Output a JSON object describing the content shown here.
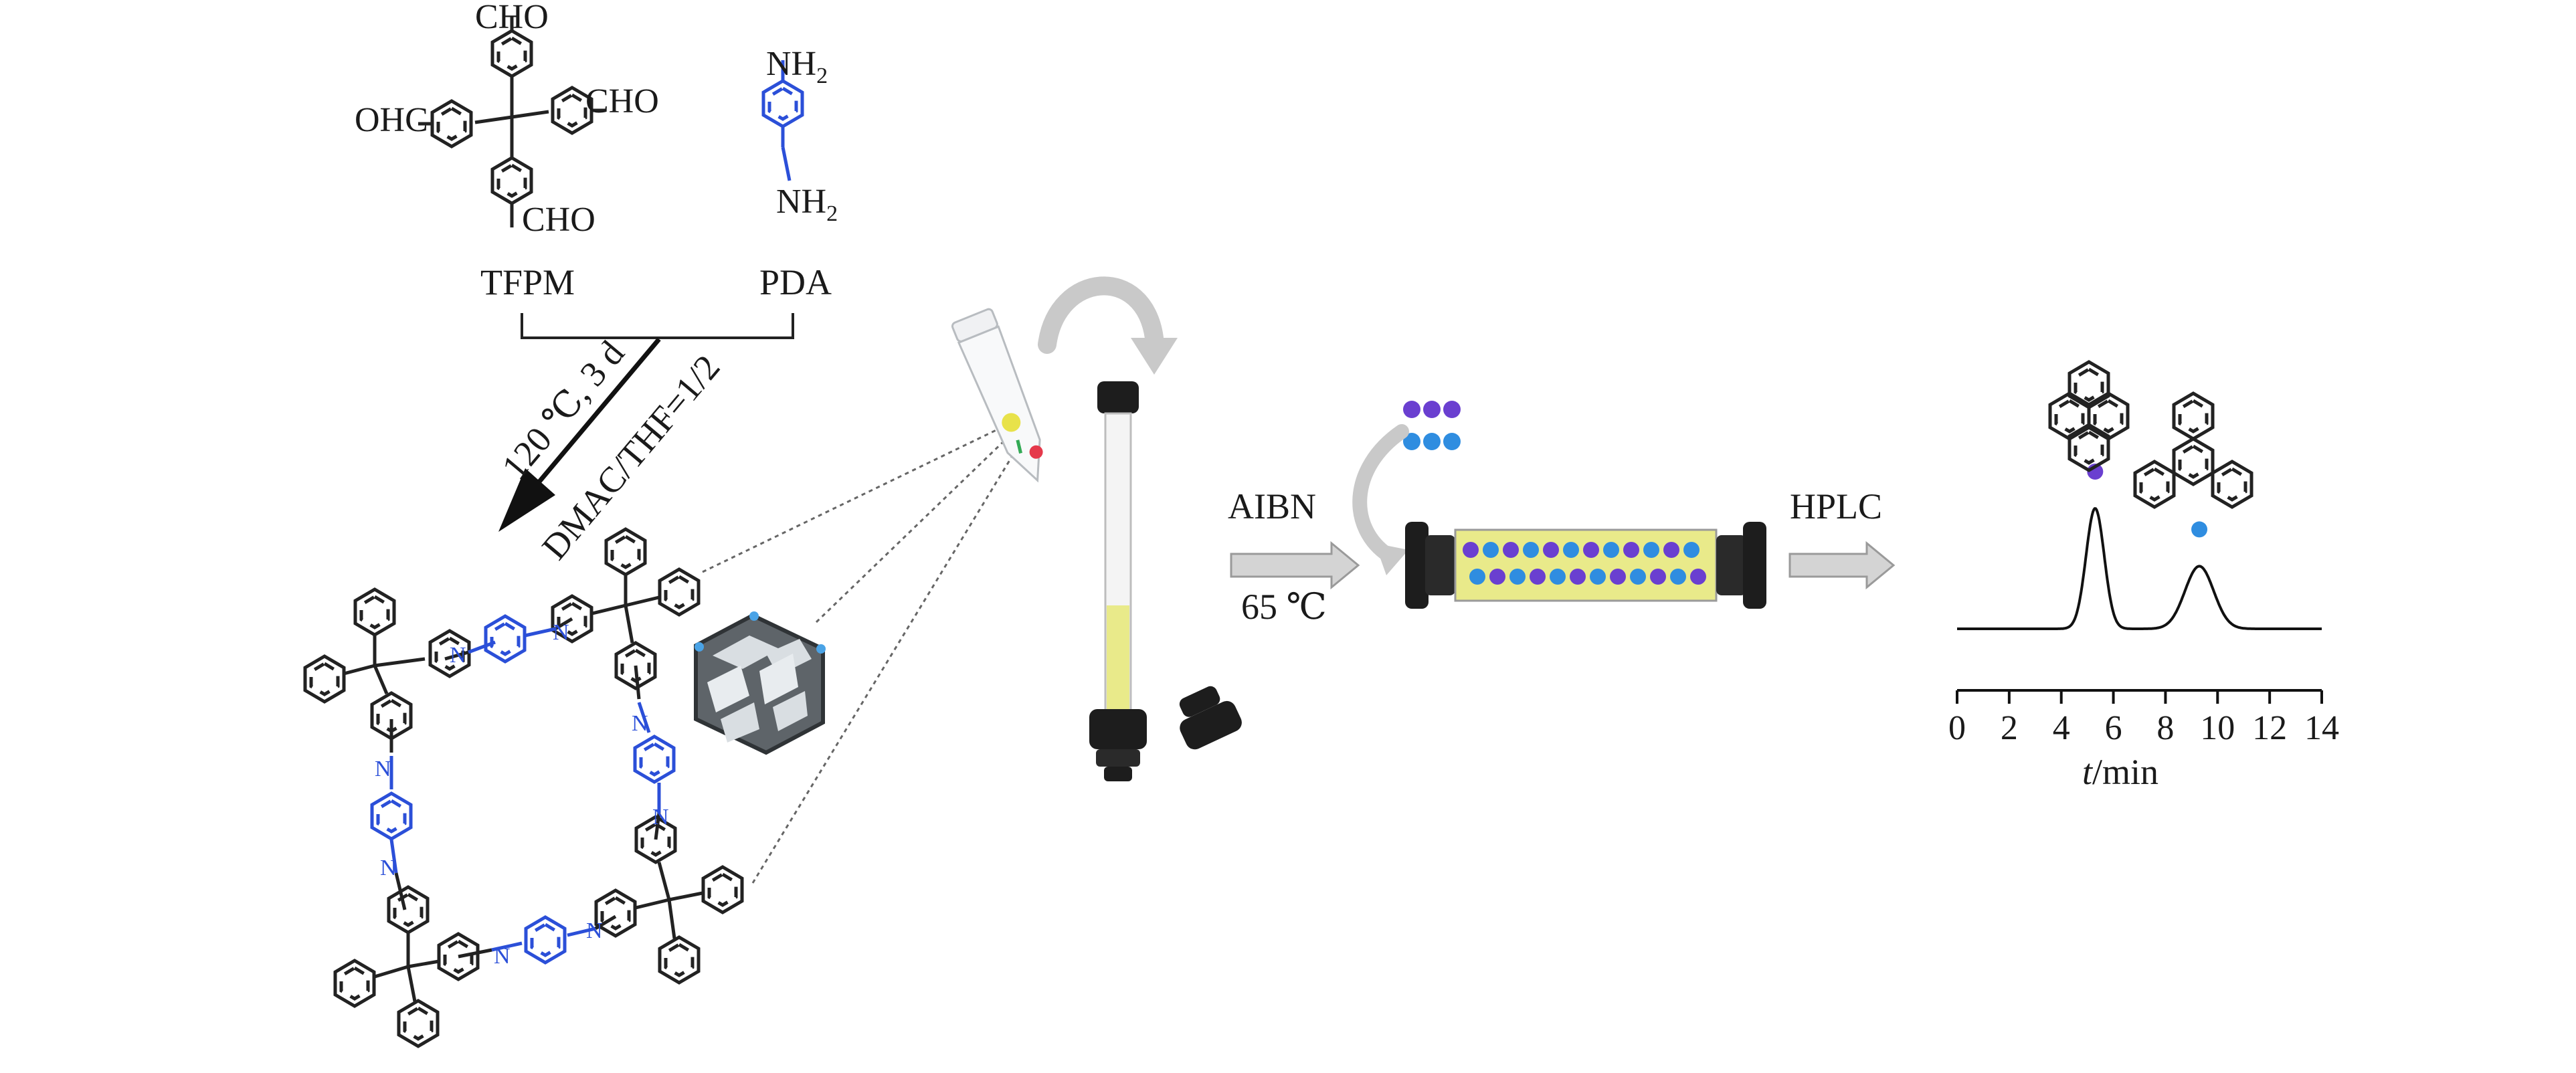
{
  "reagents": {
    "tfpm": {
      "name": "TFPM",
      "cho_top": "CHO",
      "cho_right": "CHO",
      "cho_bottom": "CHO",
      "ohc_left": "OHC"
    },
    "pda": {
      "name": "PDA",
      "nh2": "NH",
      "sub2": "2"
    }
  },
  "reaction": {
    "condition1": "120 ℃, 3 d",
    "condition2": "DMAC/THF=1/2"
  },
  "framework": {
    "imine_n": "N"
  },
  "steps": {
    "step1_top": "AIBN",
    "step1_bottom": "65 ℃",
    "step2_top": "HPLC"
  },
  "colors": {
    "linker_blue": "#2b4fd8",
    "dot_purple": "#6a3fd0",
    "dot_blue": "#2f8de0",
    "tube_yellow": "#e9ea8a",
    "arrow_gray": "#c8c8c8"
  },
  "chart_data": {
    "type": "line",
    "title": "",
    "xlabel_italic": "t",
    "xlabel_unit": "/min",
    "xlim": [
      0,
      14
    ],
    "xticks": [
      "0",
      "2",
      "4",
      "6",
      "8",
      "10",
      "12",
      "14"
    ],
    "peaks": [
      {
        "compound_icon": "pyrene-icon",
        "marker_color": "#6a3fd0",
        "retention_min": 5.3,
        "relative_height": 1.0,
        "width_min": 0.35
      },
      {
        "compound_icon": "triphenylene-icon",
        "marker_color": "#2f8de0",
        "retention_min": 9.3,
        "relative_height": 0.52,
        "width_min": 0.55
      }
    ]
  }
}
